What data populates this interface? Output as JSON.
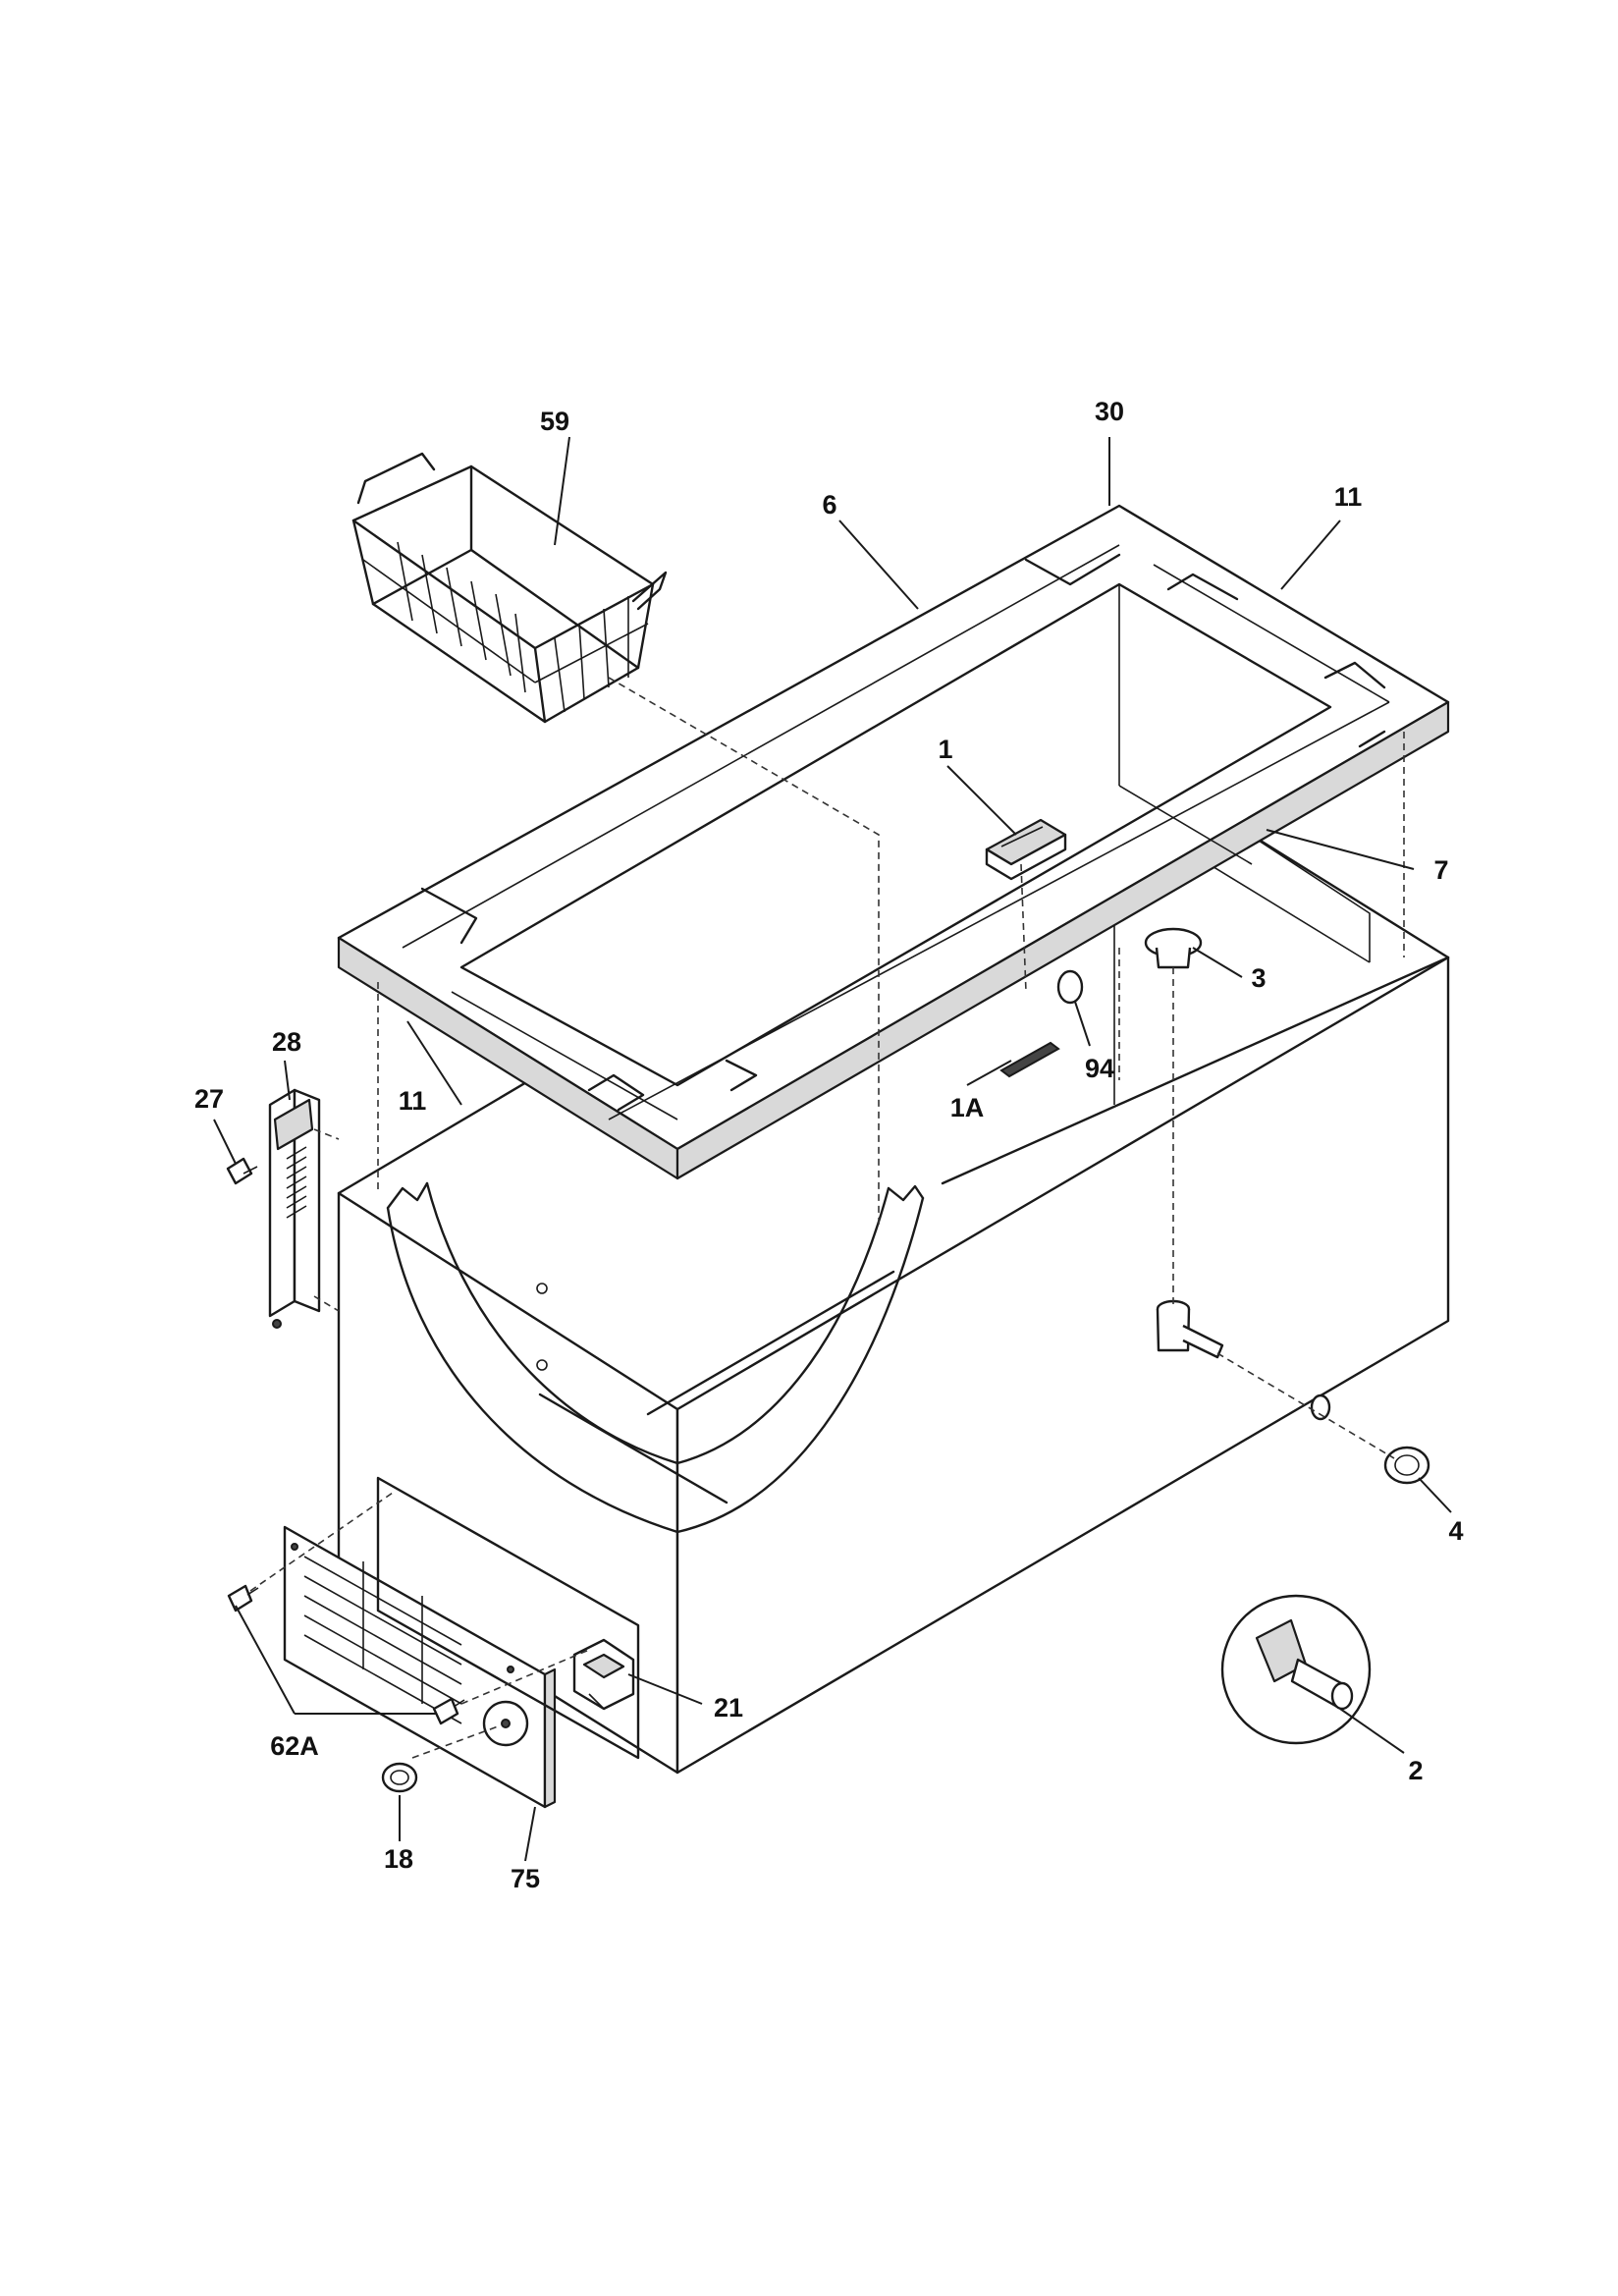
{
  "diagram": {
    "type": "exploded-parts-view",
    "callouts": {
      "basket": "59",
      "gasket_corner": "30",
      "gasket_long_rear": "6",
      "gasket_short_right": "11",
      "lid_switch": "1",
      "gasket_long_front": "7",
      "drain_cap": "3",
      "gasket_short_left": "11",
      "hinge": "28",
      "hinge_screw": "27",
      "clip": "1A",
      "plug": "94",
      "drain_plug": "4",
      "drain_fitting": "2",
      "control": "21",
      "grille_screw": "62A",
      "knob_bushing": "18",
      "grille": "75"
    }
  }
}
